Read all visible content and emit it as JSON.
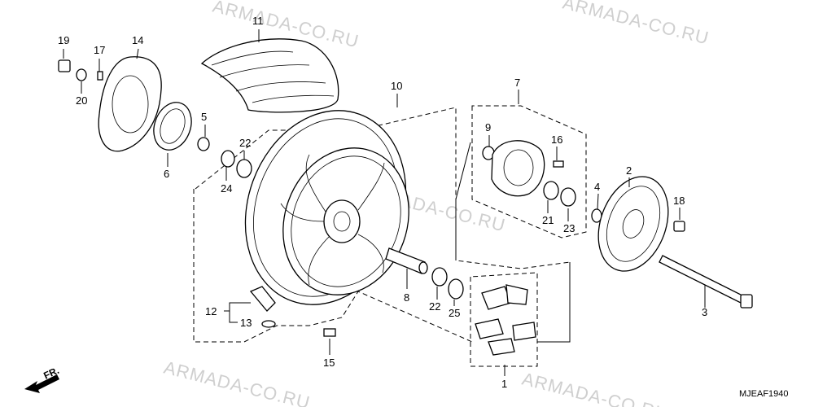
{
  "watermark": "ARMADA-CO.RU",
  "diagram_code": "MJEAF1940",
  "front_indicator": "FR.",
  "callouts": {
    "c1": "1",
    "c2": "2",
    "c3": "3",
    "c4": "4",
    "c5": "5",
    "c6": "6",
    "c7": "7",
    "c8": "8",
    "c9": "9",
    "c10": "10",
    "c11": "11",
    "c12": "12",
    "c13": "13",
    "c14": "14",
    "c15": "15",
    "c16": "16",
    "c17": "17",
    "c18": "18",
    "c19": "19",
    "c20": "20",
    "c21": "21",
    "c22a": "22",
    "c22b": "22",
    "c23": "23",
    "c24": "24",
    "c25": "25"
  }
}
